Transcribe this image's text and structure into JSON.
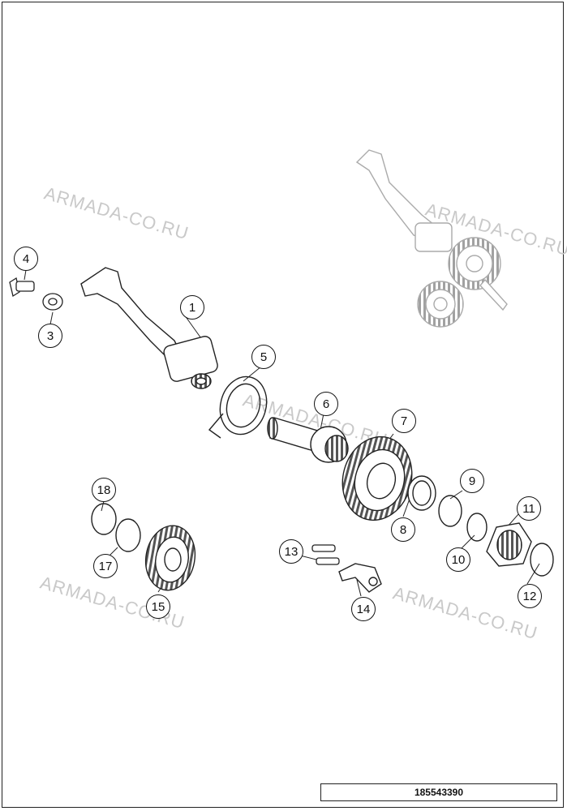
{
  "watermark": "ARMADA-CO.RU",
  "diagram_code": "185543390",
  "callouts": {
    "c1": "1",
    "c2": "3",
    "c3": "4",
    "c4": "5",
    "c5": "6",
    "c6": "7",
    "c7": "8",
    "c8": "9",
    "c9": "10",
    "c10": "11",
    "c11": "12",
    "c12": "13",
    "c13": "14",
    "c14": "15",
    "c15": "17",
    "c16": "18"
  }
}
